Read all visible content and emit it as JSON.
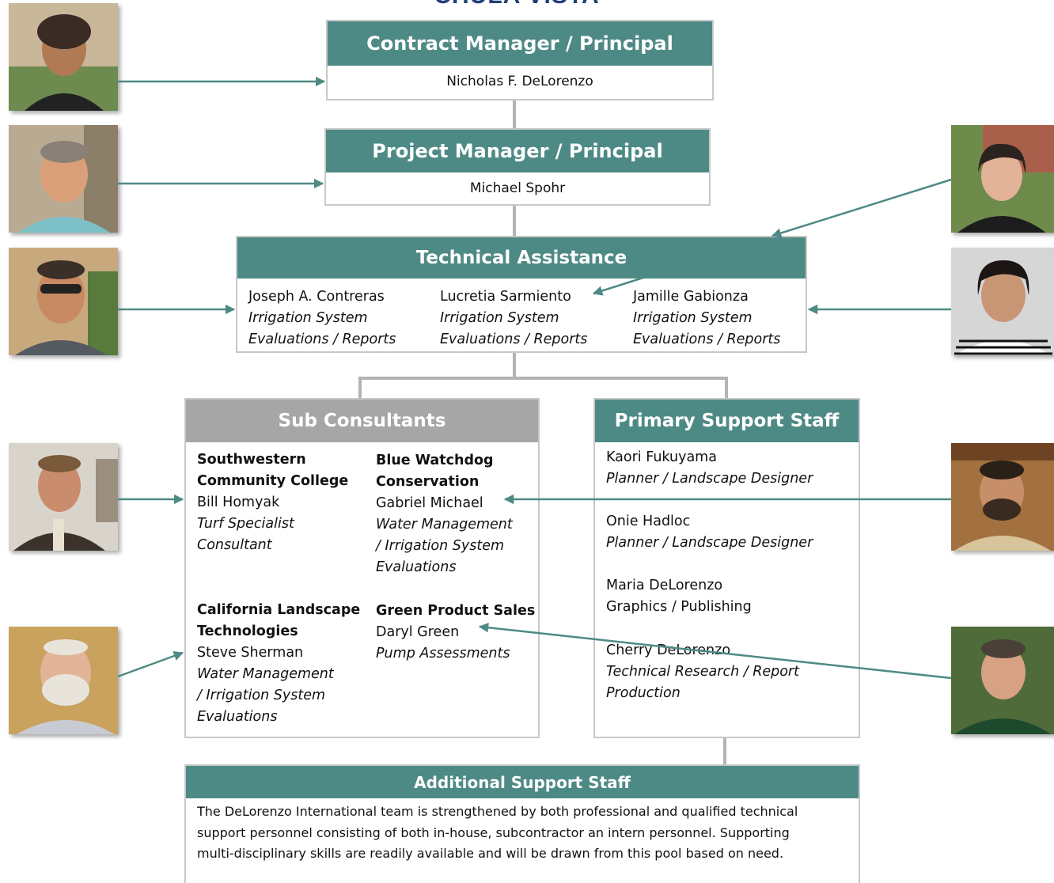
{
  "logo": "CHULA VISTA",
  "contract": {
    "title": "Contract Manager / Principal",
    "name": "Nicholas F. DeLorenzo"
  },
  "project": {
    "title": "Project Manager / Principal",
    "name": "Michael Spohr"
  },
  "technical": {
    "title": "Technical Assistance",
    "people": [
      {
        "name": "Joseph A. Contreras",
        "role1": "Irrigation System",
        "role2": "Evaluations / Reports"
      },
      {
        "name": "Lucretia Sarmiento",
        "role1": "Irrigation System",
        "role2": "Evaluations / Reports"
      },
      {
        "name": "Jamille Gabionza",
        "role1": "Irrigation System",
        "role2": "Evaluations / Reports"
      }
    ]
  },
  "sub": {
    "title": "Sub Consultants",
    "entries": [
      {
        "org1": "Southwestern",
        "org2": "Community College",
        "name": "Bill Homyak",
        "role": [
          "Turf Specialist",
          "Consultant"
        ]
      },
      {
        "org1": "Blue Watchdog",
        "org2": "Conservation",
        "name": "Gabriel Michael",
        "role": [
          "Water Management",
          "/ Irrigation System",
          "Evaluations"
        ]
      },
      {
        "org1": "California Landscape",
        "org2": "Technologies",
        "name": "Steve Sherman",
        "role": [
          "Water Management",
          "/ Irrigation System",
          "Evaluations"
        ]
      },
      {
        "org1": "Green Product Sales",
        "name": "Daryl Green",
        "role": [
          "Pump Assessments"
        ]
      }
    ]
  },
  "primary": {
    "title": "Primary Support Staff",
    "staff": [
      {
        "name": "Kaori Fukuyama",
        "role": [
          "Planner / Landscape Designer"
        ],
        "italic": true
      },
      {
        "name": "Onie Hadloc",
        "role": [
          "Planner / Landscape Designer"
        ],
        "italic": true
      },
      {
        "name": "Maria DeLorenzo",
        "role": [
          "Graphics / Publishing"
        ],
        "italic": false
      },
      {
        "name": "Cherry DeLorenzo",
        "role": [
          "Technical Research / Report",
          "Production"
        ],
        "italic": true
      }
    ]
  },
  "additional": {
    "title": "Additional Support Staff",
    "lines": [
      "The DeLorenzo International team is strengthened by both professional and qualified technical",
      "support personnel consisting of both in-house, subcontractor an intern personnel.  Supporting",
      "multi-disciplinary skills are readily available and will be drawn from this pool based on need."
    ]
  },
  "colors": {
    "teal": "#4e8a85",
    "gray_header": "#a6a6a6",
    "connector": "#b3b3b3",
    "logo": "#1f3f77"
  }
}
